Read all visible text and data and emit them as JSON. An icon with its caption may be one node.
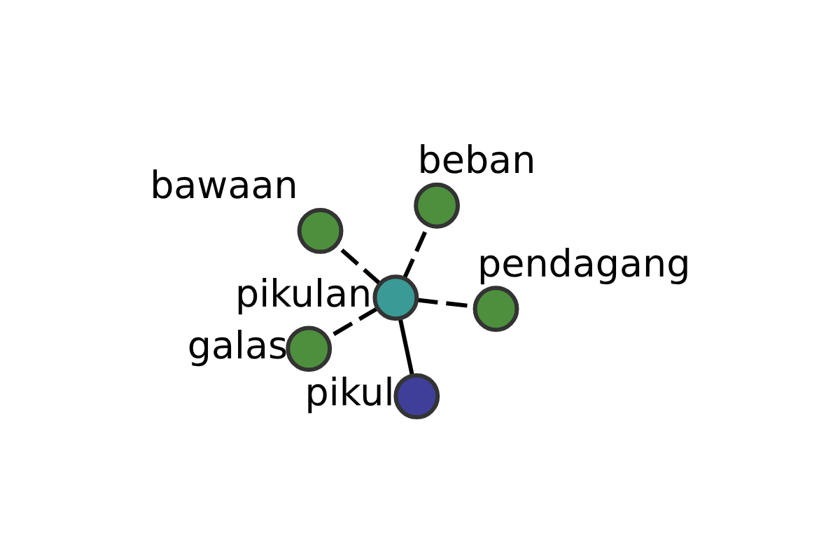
{
  "diagram": {
    "nodes": [
      {
        "text": [
          "bawaan"
        ]
      },
      {
        "text": [
          "pendagang"
        ]
      },
      {
        "text": [
          "pikul"
        ]
      },
      {
        "text": [
          "pikulan"
        ]
      },
      {
        "text": [
          "beban"
        ]
      },
      {
        "text": [
          "galas"
        ]
      }
    ],
    "edges": [
      {
        "from": 3,
        "to": 0,
        "arrow": "none",
        "style": "dashed"
      },
      {
        "from": 3,
        "to": 1,
        "arrow": "none",
        "style": "dashed"
      },
      {
        "from": 3,
        "to": 2,
        "arrow": "none"
      },
      {
        "from": 3,
        "to": 4,
        "arrow": "none",
        "style": "dashed"
      },
      {
        "from": 3,
        "to": 5,
        "arrow": "none",
        "style": "dashed"
      }
    ]
  }
}
